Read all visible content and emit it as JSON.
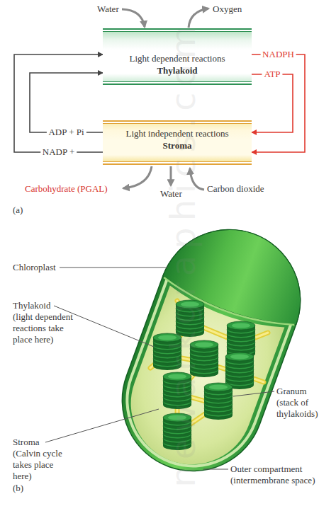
{
  "diagram": {
    "nodes": [
      {
        "text": [
          "Light dependent reactions",
          "Thylakoid"
        ]
      },
      {
        "text": [
          "Light independent reactions",
          "Stroma"
        ]
      }
    ],
    "edges": [
      {
        "from": 0,
        "to": 1,
        "label": "NADPH",
        "arrow": "to"
      },
      {
        "from": 0,
        "to": 1,
        "label": "ATP",
        "arrow": "to"
      },
      {
        "from": 1,
        "to": 0,
        "label": "ADP + Pi",
        "arrow": "to"
      },
      {
        "from": 1,
        "to": 0,
        "label": "NADP +",
        "arrow": "to"
      }
    ],
    "labels": [
      "Water",
      "Oxygen",
      "Carbohydrate (PGAL)",
      "Water",
      "Carbon dioxide",
      "(a)",
      "Chloroplast",
      "Thylakoid",
      "(light dependent reactions take place here)",
      "Granum",
      "(stack of thylakoids)",
      "Stroma",
      "(Calvin cycle takes place here)",
      "Outer compartment",
      "(intermembrane space)",
      "(b)",
      "newarkgraphics.com"
    ]
  }
}
